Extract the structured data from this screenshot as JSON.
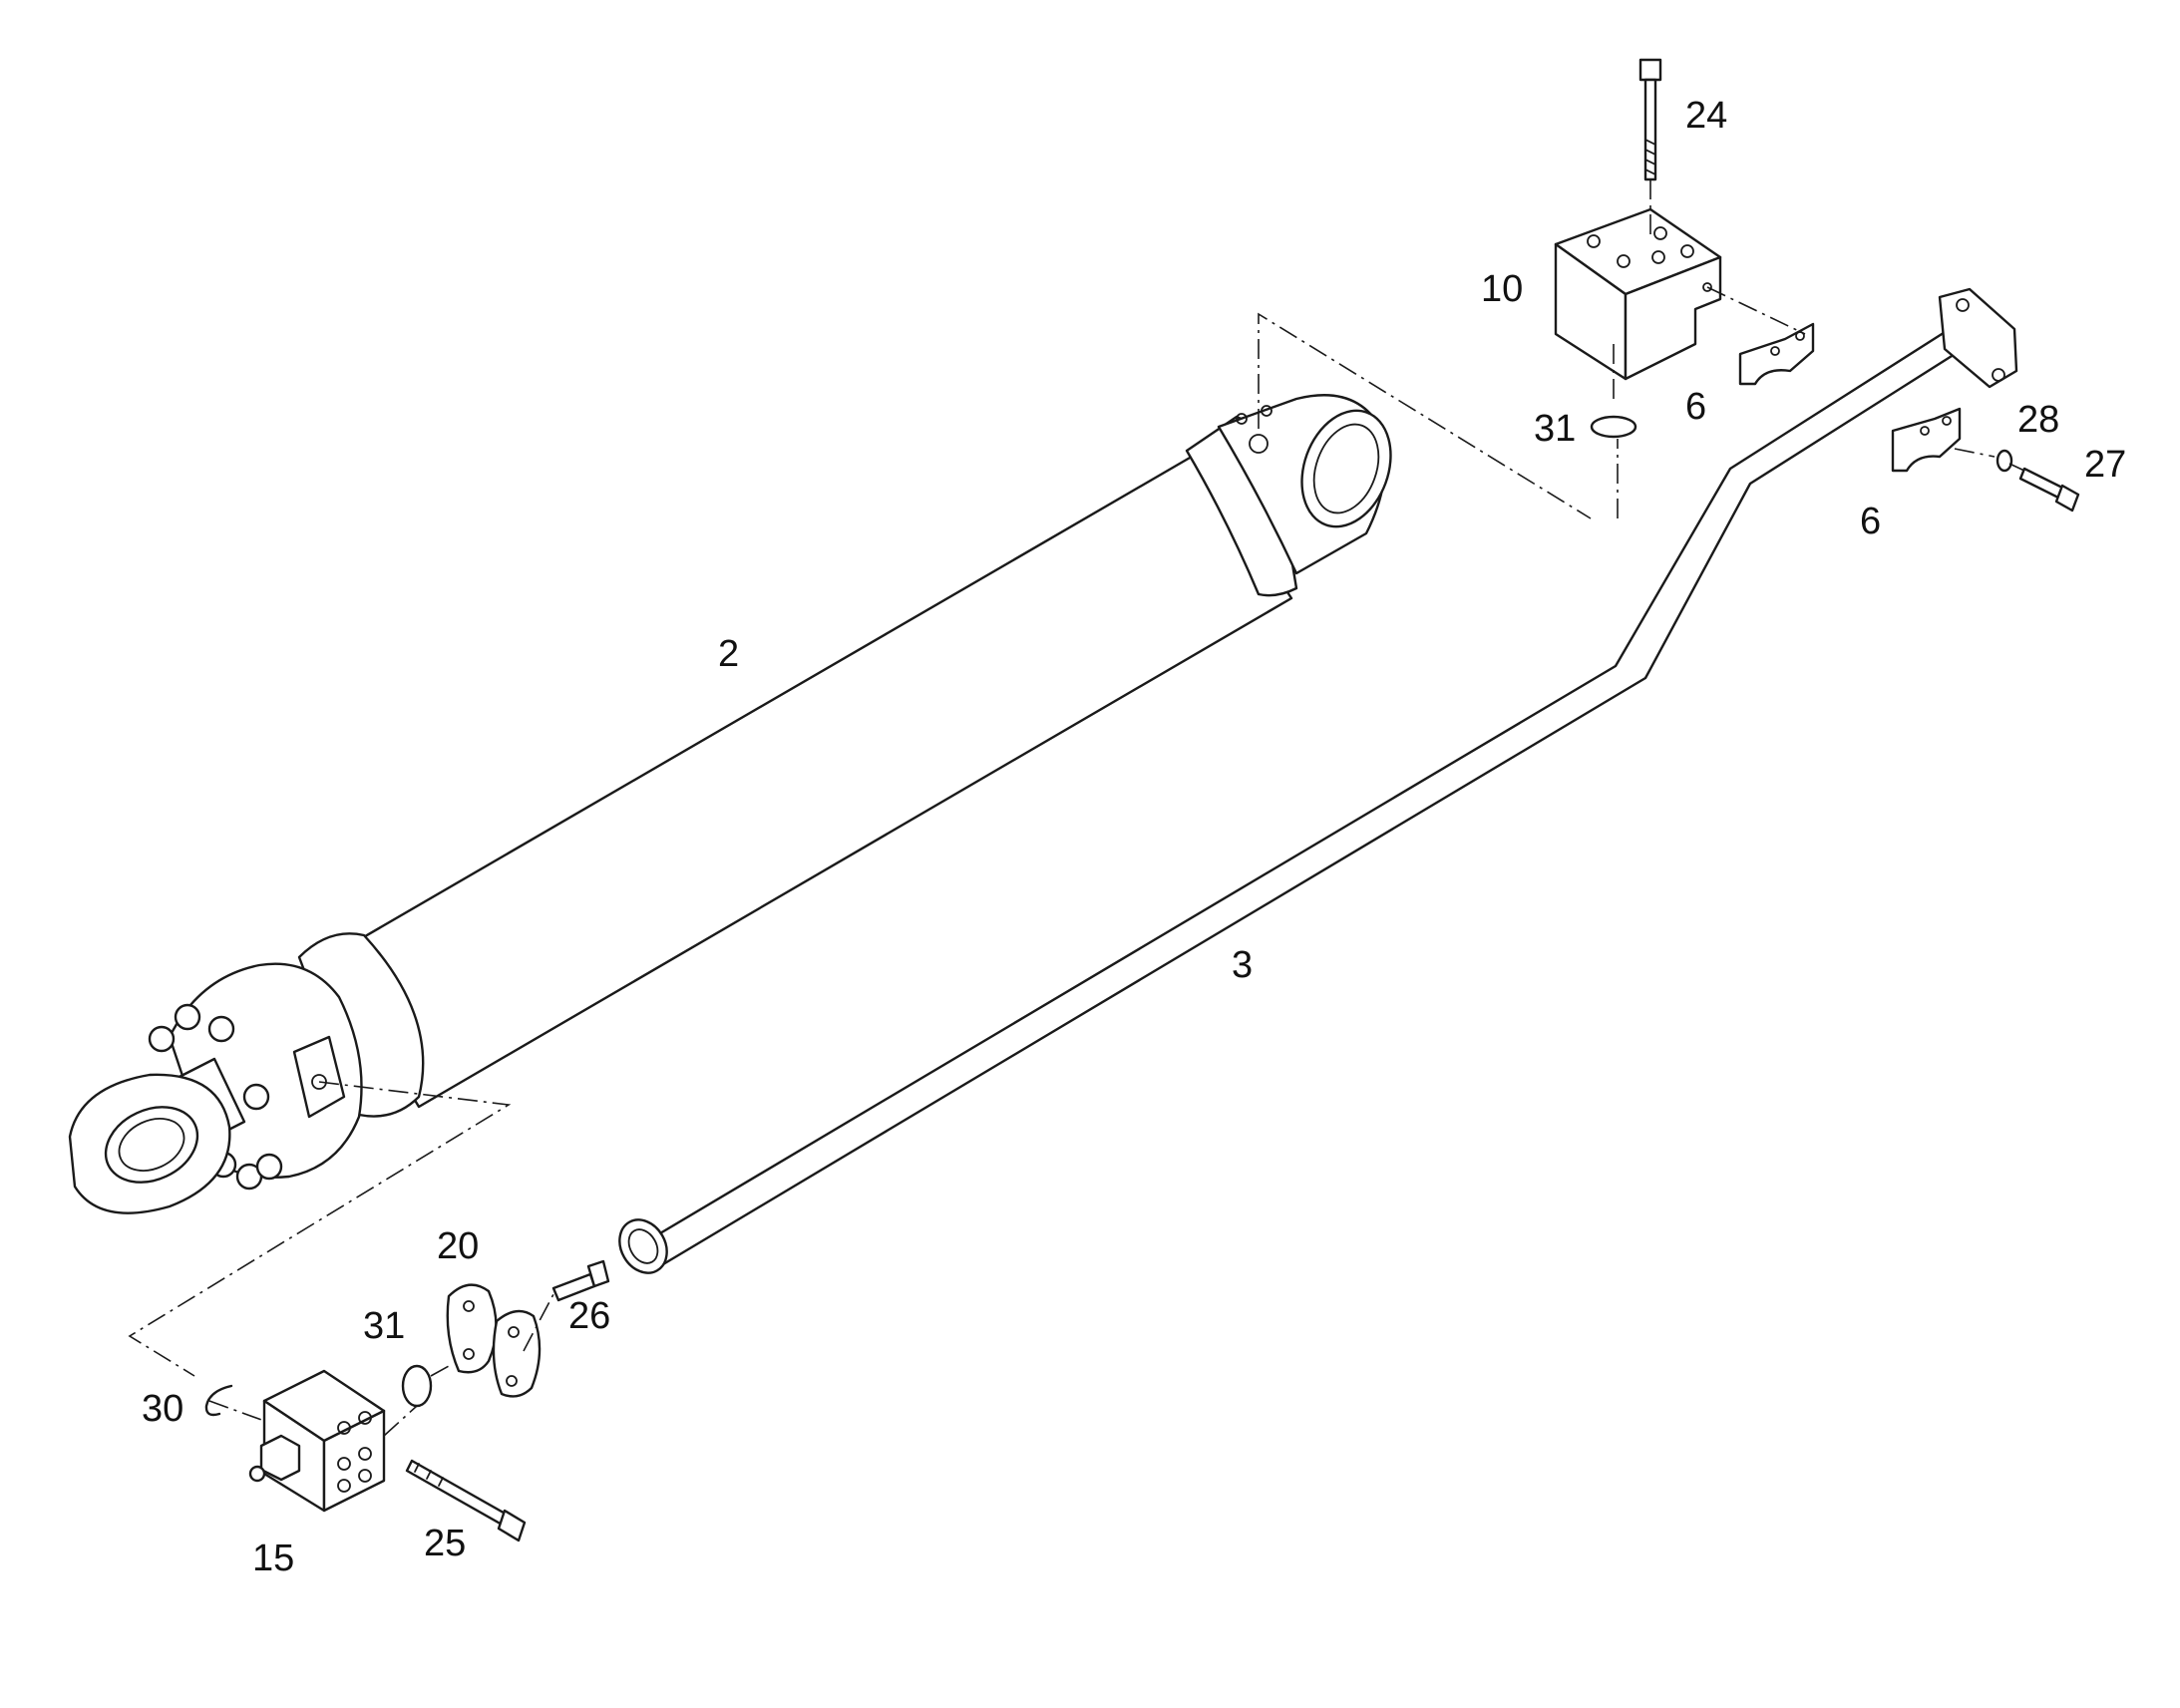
{
  "diagram": {
    "callouts": [
      {
        "id": "c2",
        "text": "2"
      },
      {
        "id": "c3",
        "text": "3"
      },
      {
        "id": "c6a",
        "text": "6"
      },
      {
        "id": "c6b",
        "text": "6"
      },
      {
        "id": "c10",
        "text": "10"
      },
      {
        "id": "c15",
        "text": "15"
      },
      {
        "id": "c20",
        "text": "20"
      },
      {
        "id": "c24",
        "text": "24"
      },
      {
        "id": "c25",
        "text": "25"
      },
      {
        "id": "c26",
        "text": "26"
      },
      {
        "id": "c27",
        "text": "27"
      },
      {
        "id": "c28",
        "text": "28"
      },
      {
        "id": "c30",
        "text": "30"
      },
      {
        "id": "c31a",
        "text": "31"
      },
      {
        "id": "c31b",
        "text": "31"
      }
    ]
  }
}
